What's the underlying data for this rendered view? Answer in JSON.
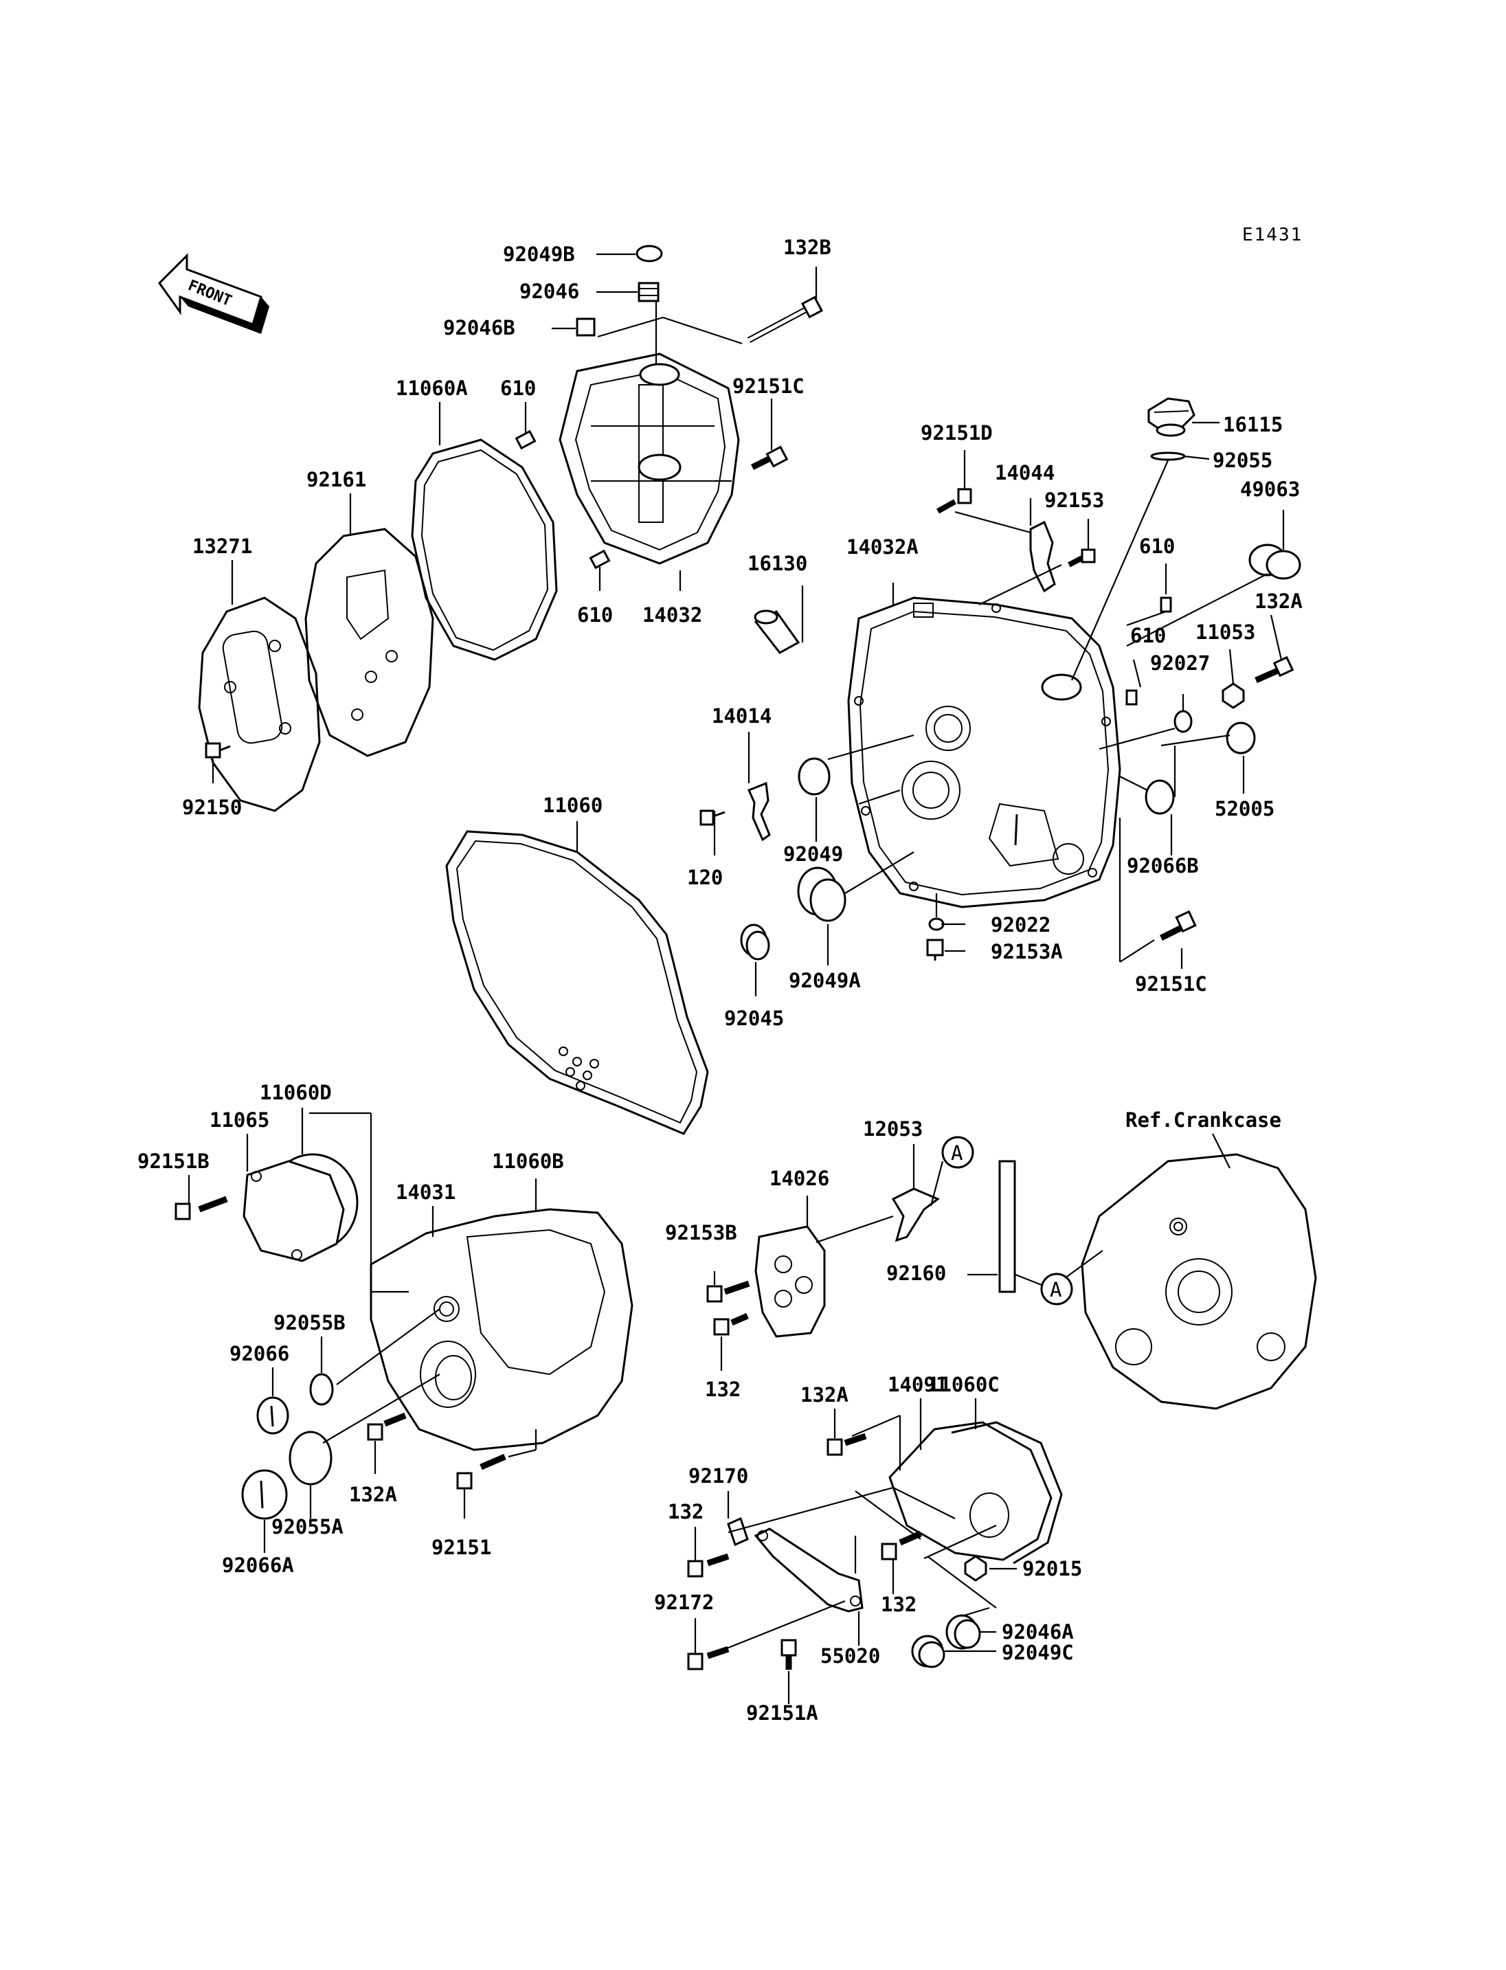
{
  "diagram_code": "E1431",
  "front_label": "FRONT",
  "crankcase_ref": "Ref.Crankcase",
  "callout_marker": "A",
  "parts": [
    {
      "id": "p1",
      "label": "92049B"
    },
    {
      "id": "p2",
      "label": "92046"
    },
    {
      "id": "p3",
      "label": "92046B"
    },
    {
      "id": "p4",
      "label": "132B"
    },
    {
      "id": "p5",
      "label": "11060A"
    },
    {
      "id": "p6",
      "label": "610"
    },
    {
      "id": "p7",
      "label": "92151C"
    },
    {
      "id": "p8",
      "label": "92161"
    },
    {
      "id": "p9",
      "label": "13271"
    },
    {
      "id": "p10",
      "label": "610"
    },
    {
      "id": "p11",
      "label": "14032"
    },
    {
      "id": "p12",
      "label": "92150"
    },
    {
      "id": "p13",
      "label": "92151D"
    },
    {
      "id": "p14",
      "label": "14044"
    },
    {
      "id": "p15",
      "label": "92153"
    },
    {
      "id": "p16",
      "label": "16115"
    },
    {
      "id": "p17",
      "label": "92055"
    },
    {
      "id": "p18",
      "label": "49063"
    },
    {
      "id": "p19",
      "label": "16130"
    },
    {
      "id": "p20",
      "label": "14032A"
    },
    {
      "id": "p21",
      "label": "610"
    },
    {
      "id": "p22",
      "label": "132A"
    },
    {
      "id": "p23",
      "label": "610"
    },
    {
      "id": "p24",
      "label": "11053"
    },
    {
      "id": "p25",
      "label": "92027"
    },
    {
      "id": "p26",
      "label": "14014"
    },
    {
      "id": "p27",
      "label": "11060"
    },
    {
      "id": "p28",
      "label": "52005"
    },
    {
      "id": "p29",
      "label": "120"
    },
    {
      "id": "p30",
      "label": "92049"
    },
    {
      "id": "p31",
      "label": "92066B"
    },
    {
      "id": "p32",
      "label": "92022"
    },
    {
      "id": "p33",
      "label": "92153A"
    },
    {
      "id": "p34",
      "label": "92151C"
    },
    {
      "id": "p35",
      "label": "92045"
    },
    {
      "id": "p36",
      "label": "92049A"
    },
    {
      "id": "p37",
      "label": "11060D"
    },
    {
      "id": "p38",
      "label": "11065"
    },
    {
      "id": "p39",
      "label": "92151B"
    },
    {
      "id": "p40",
      "label": "14031"
    },
    {
      "id": "p41",
      "label": "11060B"
    },
    {
      "id": "p42",
      "label": "12053"
    },
    {
      "id": "p43",
      "label": "14026"
    },
    {
      "id": "p44",
      "label": "92153B"
    },
    {
      "id": "p45",
      "label": "92160"
    },
    {
      "id": "p46",
      "label": "92055B"
    },
    {
      "id": "p47",
      "label": "92066"
    },
    {
      "id": "p48",
      "label": "132"
    },
    {
      "id": "p49",
      "label": "132A"
    },
    {
      "id": "p50",
      "label": "14091"
    },
    {
      "id": "p51",
      "label": "11060C"
    },
    {
      "id": "p52",
      "label": "132A"
    },
    {
      "id": "p53",
      "label": "92055A"
    },
    {
      "id": "p54",
      "label": "92066A"
    },
    {
      "id": "p55",
      "label": "92151"
    },
    {
      "id": "p56",
      "label": "92170"
    },
    {
      "id": "p57",
      "label": "132"
    },
    {
      "id": "p58",
      "label": "92015"
    },
    {
      "id": "p59",
      "label": "132"
    },
    {
      "id": "p60",
      "label": "92172"
    },
    {
      "id": "p61",
      "label": "92046A"
    },
    {
      "id": "p62",
      "label": "55020"
    },
    {
      "id": "p63",
      "label": "92049C"
    },
    {
      "id": "p64",
      "label": "92151A"
    }
  ]
}
